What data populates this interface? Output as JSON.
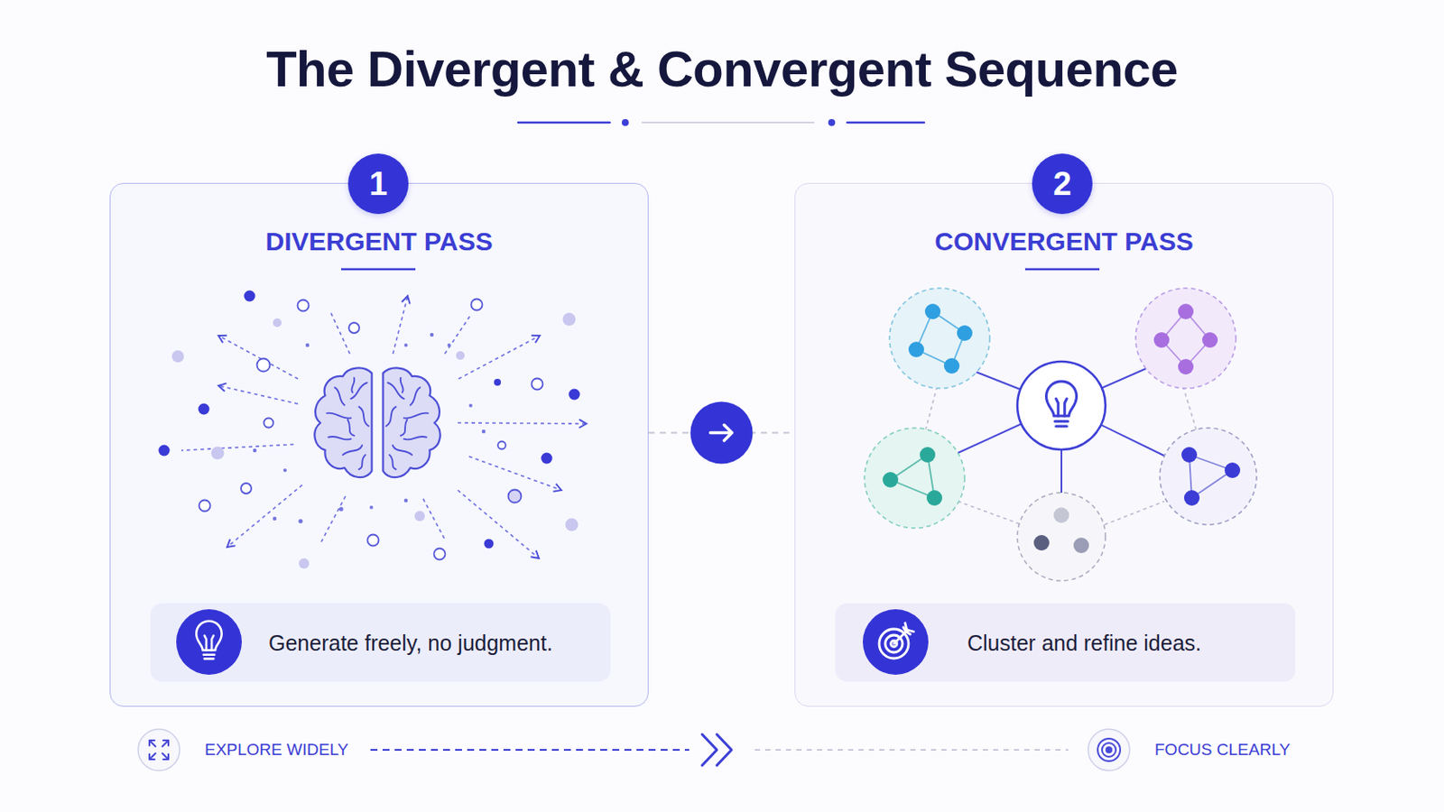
{
  "diagram": {
    "title": "The Divergent & Convergent Sequence",
    "nodes": [
      {
        "text": [
          "DIVERGENT PASS"
        ]
      },
      {
        "text": [
          "1"
        ],
        "in": 0
      },
      {
        "text": [
          "Generate freely, no judgment."
        ],
        "in": 0
      },
      {
        "text": [
          "CONVERGENT PASS"
        ]
      },
      {
        "text": [
          "2"
        ],
        "in": 3
      },
      {
        "text": [
          "Cluster and refine ideas."
        ],
        "in": 3
      }
    ],
    "edges": [
      {
        "from": 0,
        "to": 3,
        "arrow": "to"
      }
    ],
    "labels": [
      "EXPLORE WIDELY",
      "FOCUS CLEARLY"
    ]
  }
}
